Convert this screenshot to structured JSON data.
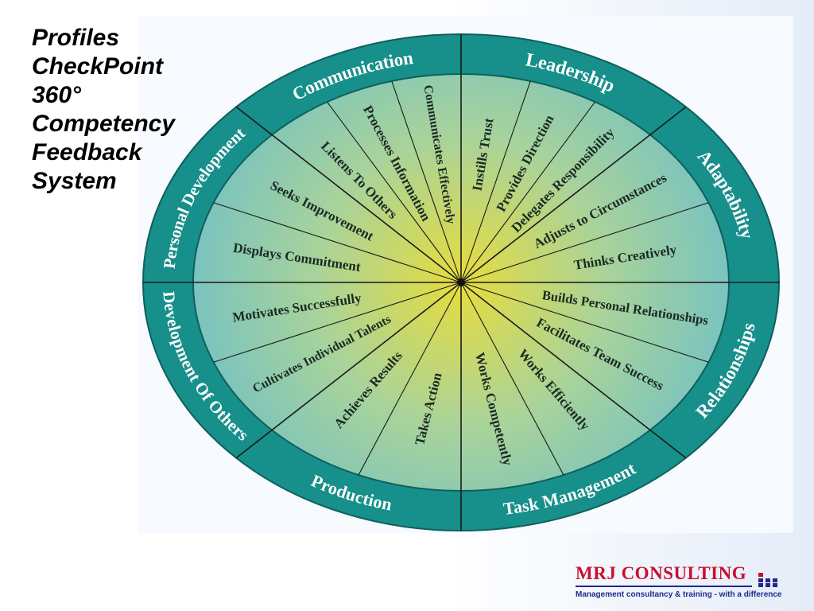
{
  "title_lines": [
    "Profiles",
    "CheckPoint",
    "360°",
    "Competency",
    "Feedback",
    "System"
  ],
  "colors": {
    "ring": "#178f8a",
    "ring_stroke": "#0f5f5c",
    "spoke": "#1a1a1a",
    "center_glow": "#e7dc3c",
    "inner_edge": "#7cc4bd",
    "label_text": "#1b2a24",
    "ring_text": "#ffffff"
  },
  "categories": [
    {
      "label": "Leadership",
      "competencies": [
        "Instills Trust",
        "Provides Direction",
        "Delegates Responsibility"
      ]
    },
    {
      "label": "Adaptability",
      "competencies": [
        "Adjusts to Circumstances",
        "Thinks Creatively"
      ]
    },
    {
      "label": "Relationships",
      "competencies": [
        "Builds Personal Relationships",
        "Facilitates Team Success"
      ]
    },
    {
      "label": "Task Management",
      "competencies": [
        "Works Efficiently",
        "Works Competently"
      ]
    },
    {
      "label": "Production",
      "competencies": [
        "Takes Action",
        "Achieves Results"
      ]
    },
    {
      "label": "Development Of Others",
      "competencies": [
        "Cultivates Individual Talents",
        "Motivates Successfully"
      ]
    },
    {
      "label": "Personal Development",
      "competencies": [
        "Displays Commitment",
        "Seeks Improvement"
      ]
    },
    {
      "label": "Communication",
      "competencies": [
        "Listens To Others",
        "Processes Information",
        "Communicates Effectively"
      ]
    }
  ],
  "logo": {
    "name": "MRJ CONSULTING",
    "tagline": "Management consultancy & training - with a difference"
  }
}
